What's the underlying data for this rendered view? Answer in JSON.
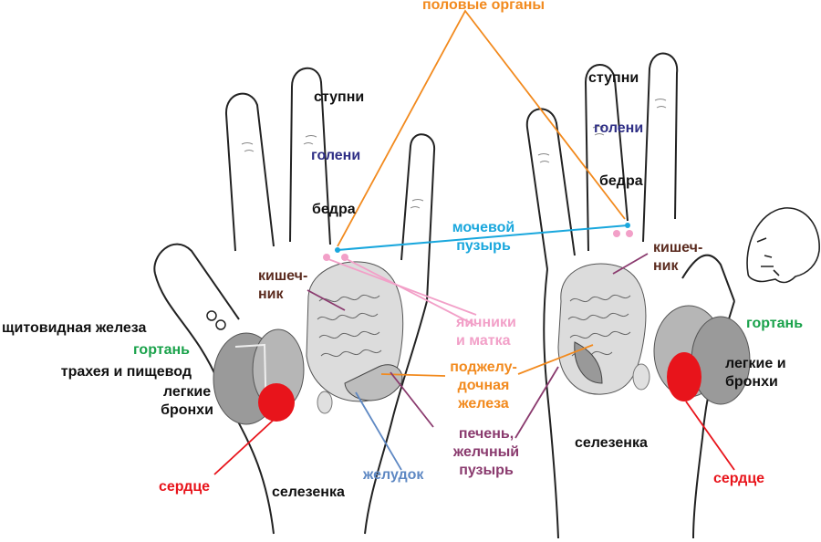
{
  "colors": {
    "orange": "#f28a1e",
    "blue_line": "#19a7dd",
    "navy": "#2f2f86",
    "brown": "#5b2b1f",
    "pink": "#f2a0c8",
    "green": "#1aa24b",
    "red": "#e8141b",
    "purple": "#8a3a6e",
    "steel_blue": "#5e88c3",
    "black": "#111111"
  },
  "labels": {
    "genitals": "половые органы",
    "feet_left": "ступни",
    "shins_left": "голени",
    "thighs_left": "бедра",
    "feet_right": "ступни",
    "shins_right": "голени",
    "thighs_right": "бедра",
    "bladder": "мочевой\nпузырь",
    "intestine_left": "кишеч-\nник",
    "intestine_right": "кишеч-\nник",
    "ovaries": "яичники\nи матка",
    "pancreas": "поджелу-\nдочная\nжелеза",
    "liver": "печень,\nжелчный\nпузырь",
    "stomach": "желудок",
    "thyroid": "щитовидная железа",
    "larynx_left": "гортань",
    "trachea": "трахея и пищевод",
    "lungs_left": "легкие\nбронхи",
    "heart_left": "сердце",
    "spleen_left": "селезенка",
    "spleen_right": "селезенка",
    "larynx_right": "гортань",
    "lungs_right": "легкие и\nбронхи",
    "heart_right": "сердце"
  }
}
